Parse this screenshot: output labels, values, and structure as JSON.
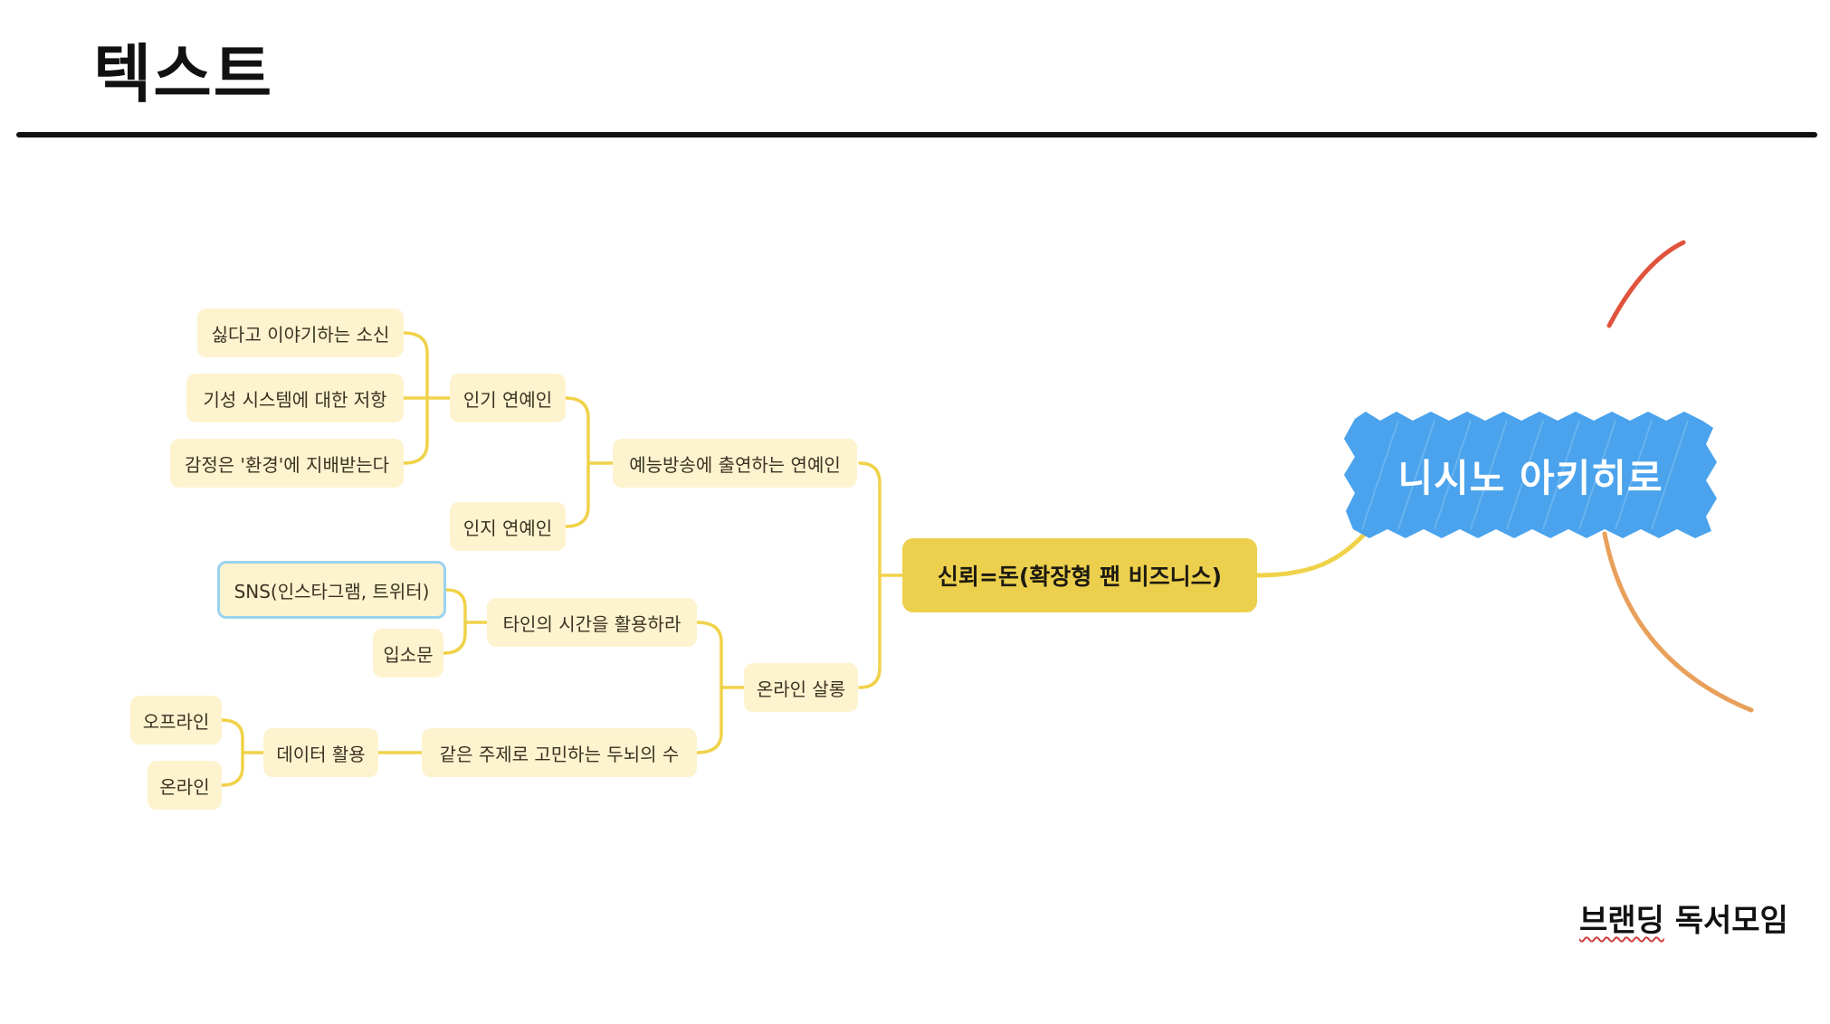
{
  "page": {
    "title": "텍스트",
    "footer_a": "브랜딩",
    "footer_b": "독서모임"
  },
  "root": {
    "label": "니시노 아키히로"
  },
  "hub": {
    "label": "신뢰=돈(확장형 팬 비즈니스)"
  },
  "branches": {
    "variety": "예능방송에 출연하는 연예인",
    "popular": "인기 연예인",
    "recognized": "인지 연예인",
    "pop1": "싫다고 이야기하는 소신",
    "pop2": "기성 시스템에 대한 저항",
    "pop3": "감정은 '환경'에 지배받는다",
    "salon": "온라인 살롱",
    "others_time": "타인의 시간을 활용하라",
    "sns": "SNS(인스타그램, 트위터)",
    "wom": "입소문",
    "same_topic": "같은 주제로 고민하는 두뇌의 수",
    "data_use": "데이터 활용",
    "offline": "오프라인",
    "online": "온라인"
  },
  "colors": {
    "root": "#4aa3ec",
    "hub": "#ecd04d",
    "node": "#fdf3cf",
    "line": "#f0d24a",
    "arc_red": "#e0533c",
    "arc_orange": "#e8a05a"
  }
}
